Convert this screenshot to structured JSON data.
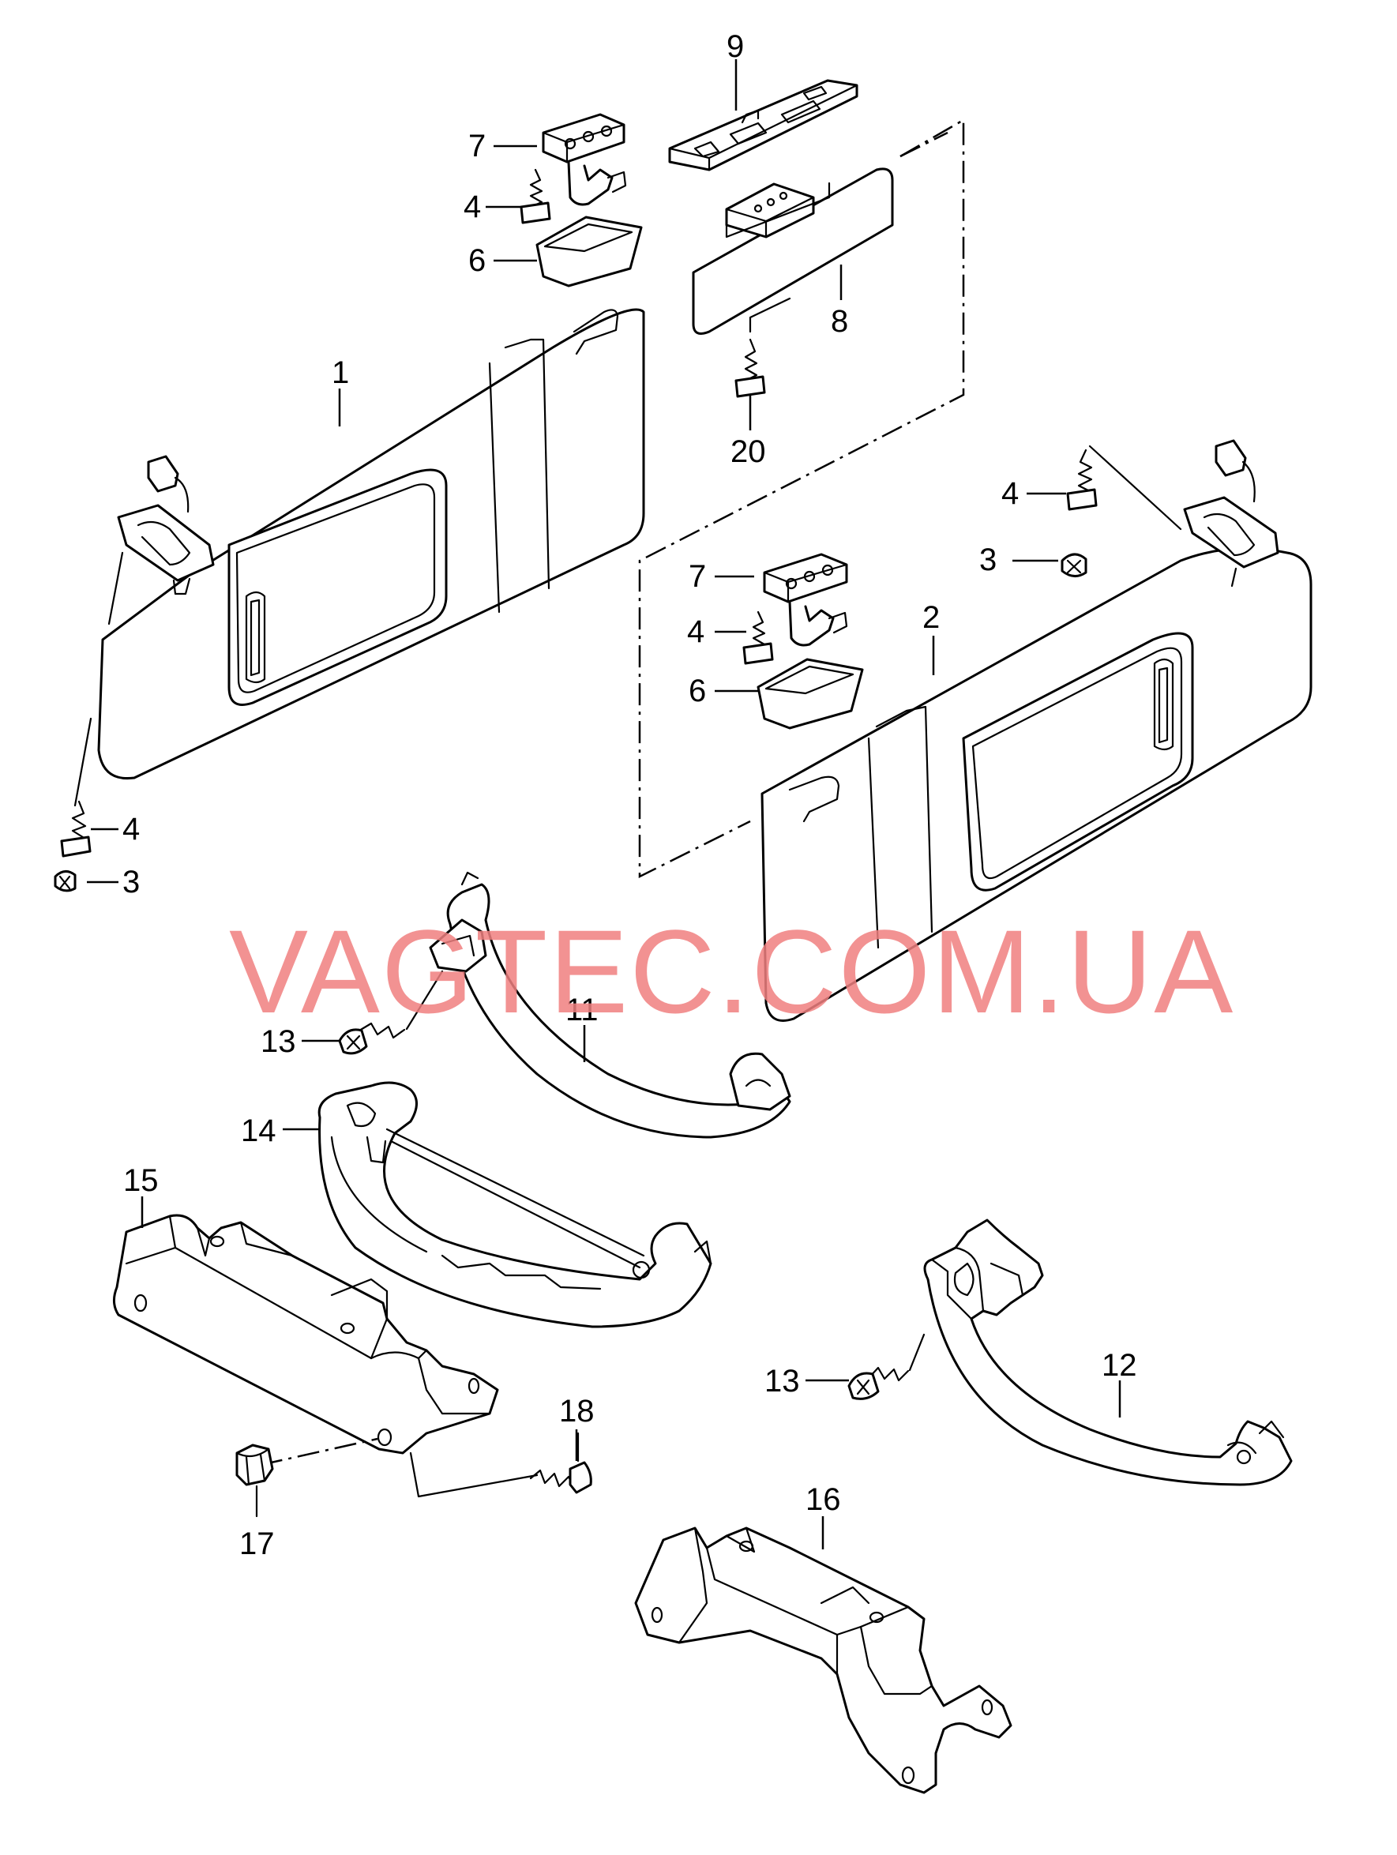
{
  "watermark": {
    "text": "VAGTEC.COM.UA",
    "color": "#f08080"
  },
  "labels": {
    "p1": "1",
    "p2": "2",
    "p3a": "3",
    "p3b": "3",
    "p4a": "4",
    "p4b": "4",
    "p4c": "4",
    "p4d": "4",
    "p6a": "6",
    "p6b": "6",
    "p7a": "7",
    "p7b": "7",
    "p8": "8",
    "p9": "9",
    "p11": "11",
    "p12": "12",
    "p13a": "13",
    "p13b": "13",
    "p14": "14",
    "p15": "15",
    "p16": "16",
    "p17": "17",
    "p18": "18",
    "p20": "20"
  }
}
